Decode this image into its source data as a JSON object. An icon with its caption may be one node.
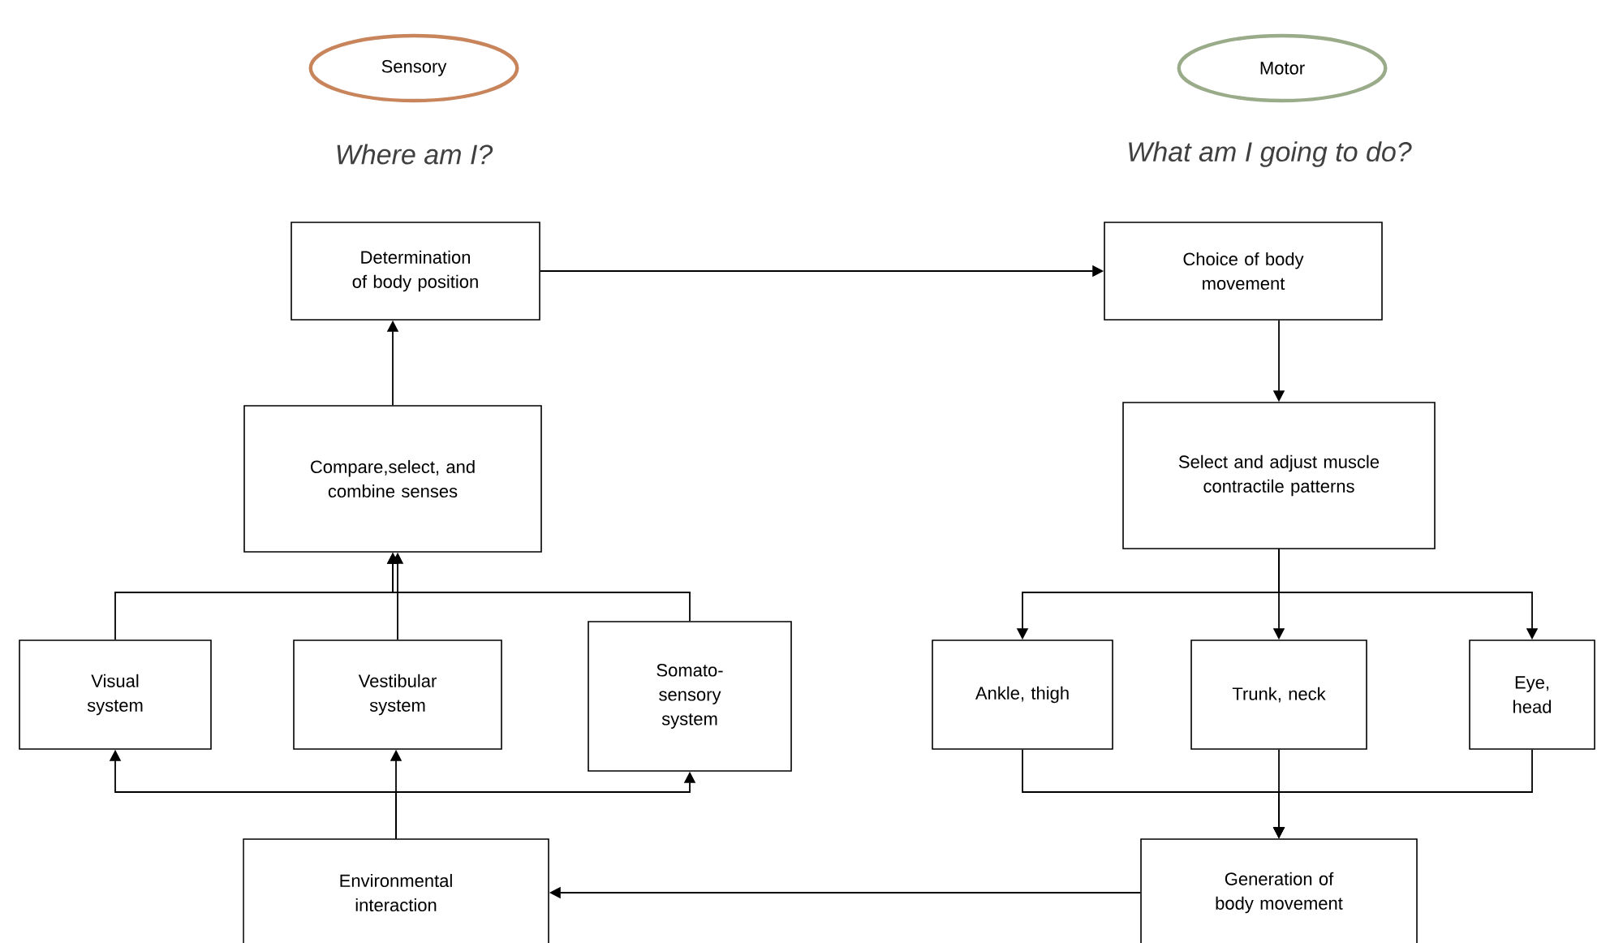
{
  "diagram": {
    "nodes": [
      {
        "text": [
          "Sensory"
        ]
      },
      {
        "text": [
          "Motor"
        ]
      },
      {
        "text": [
          "Determination of body position"
        ]
      },
      {
        "text": [
          "Choice of body movement"
        ]
      },
      {
        "text": [
          "Compare,select, and combine senses"
        ]
      },
      {
        "text": [
          "Select and adjust muscle contractile patterns"
        ]
      },
      {
        "text": [
          "Visual system"
        ]
      },
      {
        "text": [
          "Vestibular system"
        ]
      },
      {
        "text": [
          "Somato-sensory system"
        ]
      },
      {
        "text": [
          "Ankle, thigh"
        ]
      },
      {
        "text": [
          "Trunk, neck"
        ]
      },
      {
        "text": [
          "Eye, head"
        ]
      },
      {
        "text": [
          "Environmental interaction"
        ]
      },
      {
        "text": [
          "Generation of body movement"
        ]
      }
    ],
    "edges": [
      {
        "from": 2,
        "to": 3,
        "arrow": "to"
      },
      {
        "from": 3,
        "to": 5,
        "arrow": "to"
      },
      {
        "from": 4,
        "to": 2,
        "arrow": "to"
      },
      {
        "from": 6,
        "to": 4,
        "arrow": "to"
      },
      {
        "from": 7,
        "to": 4,
        "arrow": "to"
      },
      {
        "from": 8,
        "to": 4,
        "arrow": "to"
      },
      {
        "from": 12,
        "to": 6,
        "arrow": "to"
      },
      {
        "from": 12,
        "to": 7,
        "arrow": "to"
      },
      {
        "from": 12,
        "to": 8,
        "arrow": "to"
      },
      {
        "from": 5,
        "to": 9,
        "arrow": "to"
      },
      {
        "from": 5,
        "to": 10,
        "arrow": "to"
      },
      {
        "from": 5,
        "to": 11,
        "arrow": "to"
      },
      {
        "from": 9,
        "to": 13,
        "arrow": "to"
      },
      {
        "from": 10,
        "to": 13,
        "arrow": "to"
      },
      {
        "from": 11,
        "to": 13,
        "arrow": "to"
      },
      {
        "from": 13,
        "to": 12,
        "arrow": "to"
      }
    ],
    "labels": [
      "Where am I?",
      "What am I going to do?"
    ]
  }
}
